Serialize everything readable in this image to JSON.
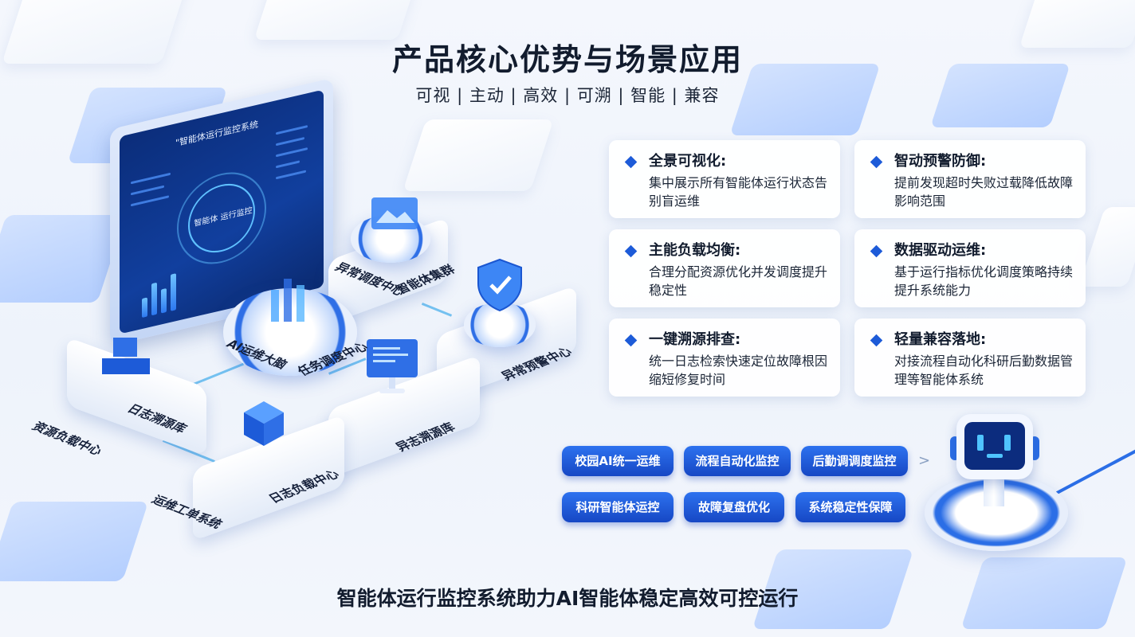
{
  "header": {
    "title": "产品核心优势与场景应用",
    "subtitle": "可视 | 主动 | 高效 | 可溯 | 智能 | 兼容"
  },
  "advantages": [
    {
      "title": "全景可视化:",
      "desc": "集中展示所有智能体运行状态告别盲运维"
    },
    {
      "title": "智动预警防御:",
      "desc": "提前发现超时失败过载降低故障影响范围"
    },
    {
      "title": "主能负载均衡:",
      "desc": "合理分配资源优化并发调度提升稳定性"
    },
    {
      "title": "数据驱动运维:",
      "desc": "基于运行指标优化调度策略持续提升系统能力"
    },
    {
      "title": "一键溯源排查:",
      "desc": "统一日志检索快速定位故障根因缩短修复时间"
    },
    {
      "title": "轻量兼容落地:",
      "desc": "对接流程自动化科研后勤数据管理等智能体系统"
    }
  ],
  "scenarios": {
    "row1": [
      "校园AI统一运维",
      "流程自动化监控",
      "后勤调调度监控"
    ],
    "row2": [
      "科研智能体运控",
      "故障复盘优化",
      "系统稳定性保障"
    ],
    "arrow": ">"
  },
  "diagram": {
    "monitor_title": "\"智能体运行监控系统",
    "monitor_center": "智能体 运行监控",
    "labels": {
      "ai_brain": "AI运维大脑",
      "task_center": "任务调度中心",
      "anomaly_dispatch": "异常调度中心",
      "agent_cluster": "智能体集群",
      "anomaly_alert": "异常预警中心",
      "log_repo": "日志溯源库",
      "anomaly_repo": "异志溯源库",
      "log_load": "日志负载中心",
      "resource_load": "资源负载中心",
      "ops_ticket": "运维工单系统"
    }
  },
  "footer": "智能体运行监控系统助力AI智能体稳定高效可控运行",
  "colors": {
    "accent": "#1d5bd8",
    "pill": "#1f58d6",
    "dark_text": "#121c2e"
  }
}
